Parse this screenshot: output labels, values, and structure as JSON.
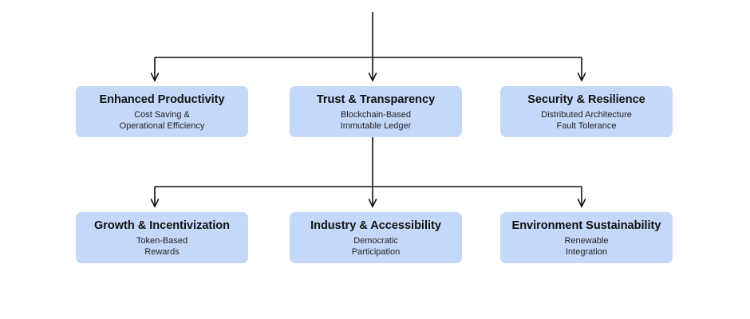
{
  "diagram": {
    "row1": [
      {
        "title": "Enhanced Productivity",
        "lines": [
          "Cost Saving &",
          "Operational Efficiency"
        ]
      },
      {
        "title": "Trust & Transparency",
        "lines": [
          "Blockchain-Based",
          "Immutable Ledger"
        ]
      },
      {
        "title": "Security & Resilience",
        "lines": [
          "Distributed Architecture",
          "Fault Tolerance"
        ]
      }
    ],
    "row2": [
      {
        "title": "Growth & Incentivization",
        "lines": [
          "Token-Based",
          "Rewards"
        ]
      },
      {
        "title": "Industry & Accessibility",
        "lines": [
          "Democratic",
          "Participation"
        ]
      },
      {
        "title": "Environment Sustainability",
        "lines": [
          "Renewable",
          "Integration"
        ]
      }
    ]
  },
  "colors": {
    "box_fill": "#c4d8f9",
    "connector": "#111111",
    "background": "#ffffff"
  }
}
